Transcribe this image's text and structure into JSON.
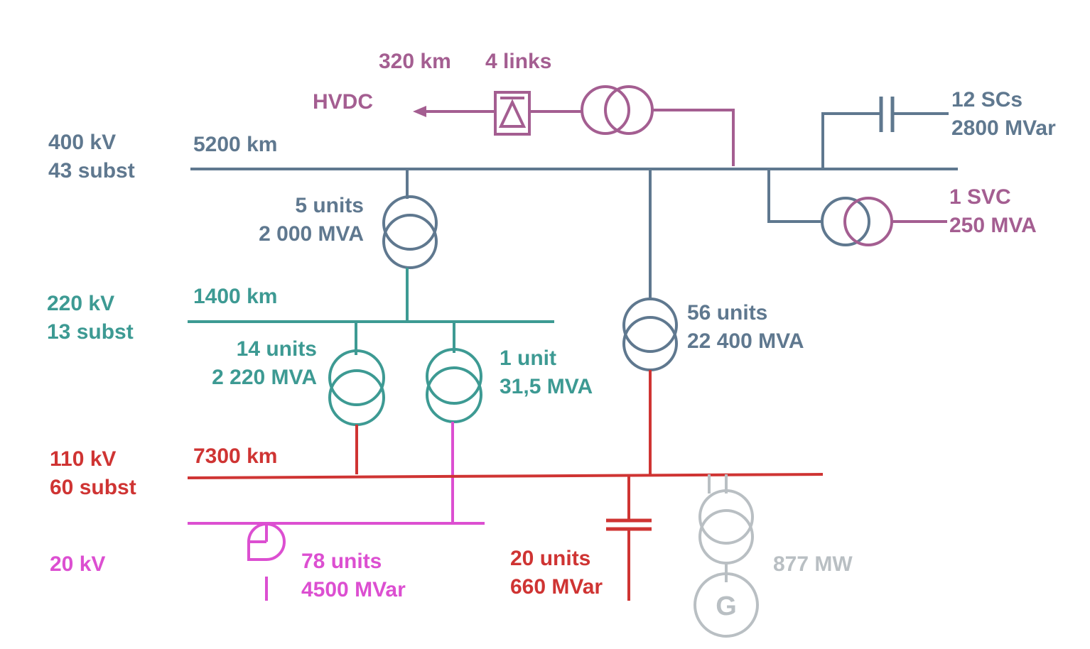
{
  "colors": {
    "kv400": "#5f788f",
    "kv220": "#3d9a93",
    "kv110": "#cf3433",
    "kv20": "#dc4fd1",
    "hvdc": "#a45e91",
    "generation": "#b9bfc3"
  },
  "levels": {
    "kv400": {
      "voltage": "400 kV",
      "substations": "43 subst",
      "length": "5200 km"
    },
    "kv220": {
      "voltage": "220 kV",
      "substations": "13 subst",
      "length": "1400 km"
    },
    "kv110": {
      "voltage": "110 kV",
      "substations": "60 subst",
      "length": "7300 km"
    },
    "kv20": {
      "voltage": "20 kV"
    }
  },
  "hvdc": {
    "label": "HVDC",
    "length": "320 km",
    "links": "4 links"
  },
  "series_capacitors": {
    "count": "12 SCs",
    "rating": "2800 MVar"
  },
  "svc": {
    "count": "1 SVC",
    "rating": "250 MVA"
  },
  "tx_400_220": {
    "count": "5 units",
    "rating": "2 000 MVA"
  },
  "tx_400_110": {
    "count": "56 units",
    "rating": "22 400 MVA"
  },
  "tx_220_110": {
    "count": "14 units",
    "rating": "2 220 MVA"
  },
  "tx_220_20": {
    "count": "1 unit",
    "rating": "31,5 MVA"
  },
  "reactors_20kv": {
    "count": "78 units",
    "rating": "4500 MVar"
  },
  "capacitors_110kv": {
    "count": "20 units",
    "rating": "660 MVar"
  },
  "generation": {
    "output": "877 MW",
    "generator_symbol": "G"
  },
  "icons": {
    "transformer": "transformer-icon",
    "capacitor": "capacitor-icon",
    "reactor": "reactor-icon",
    "converter": "converter-icon",
    "generator": "generator-icon",
    "arrow": "arrow-icon"
  }
}
